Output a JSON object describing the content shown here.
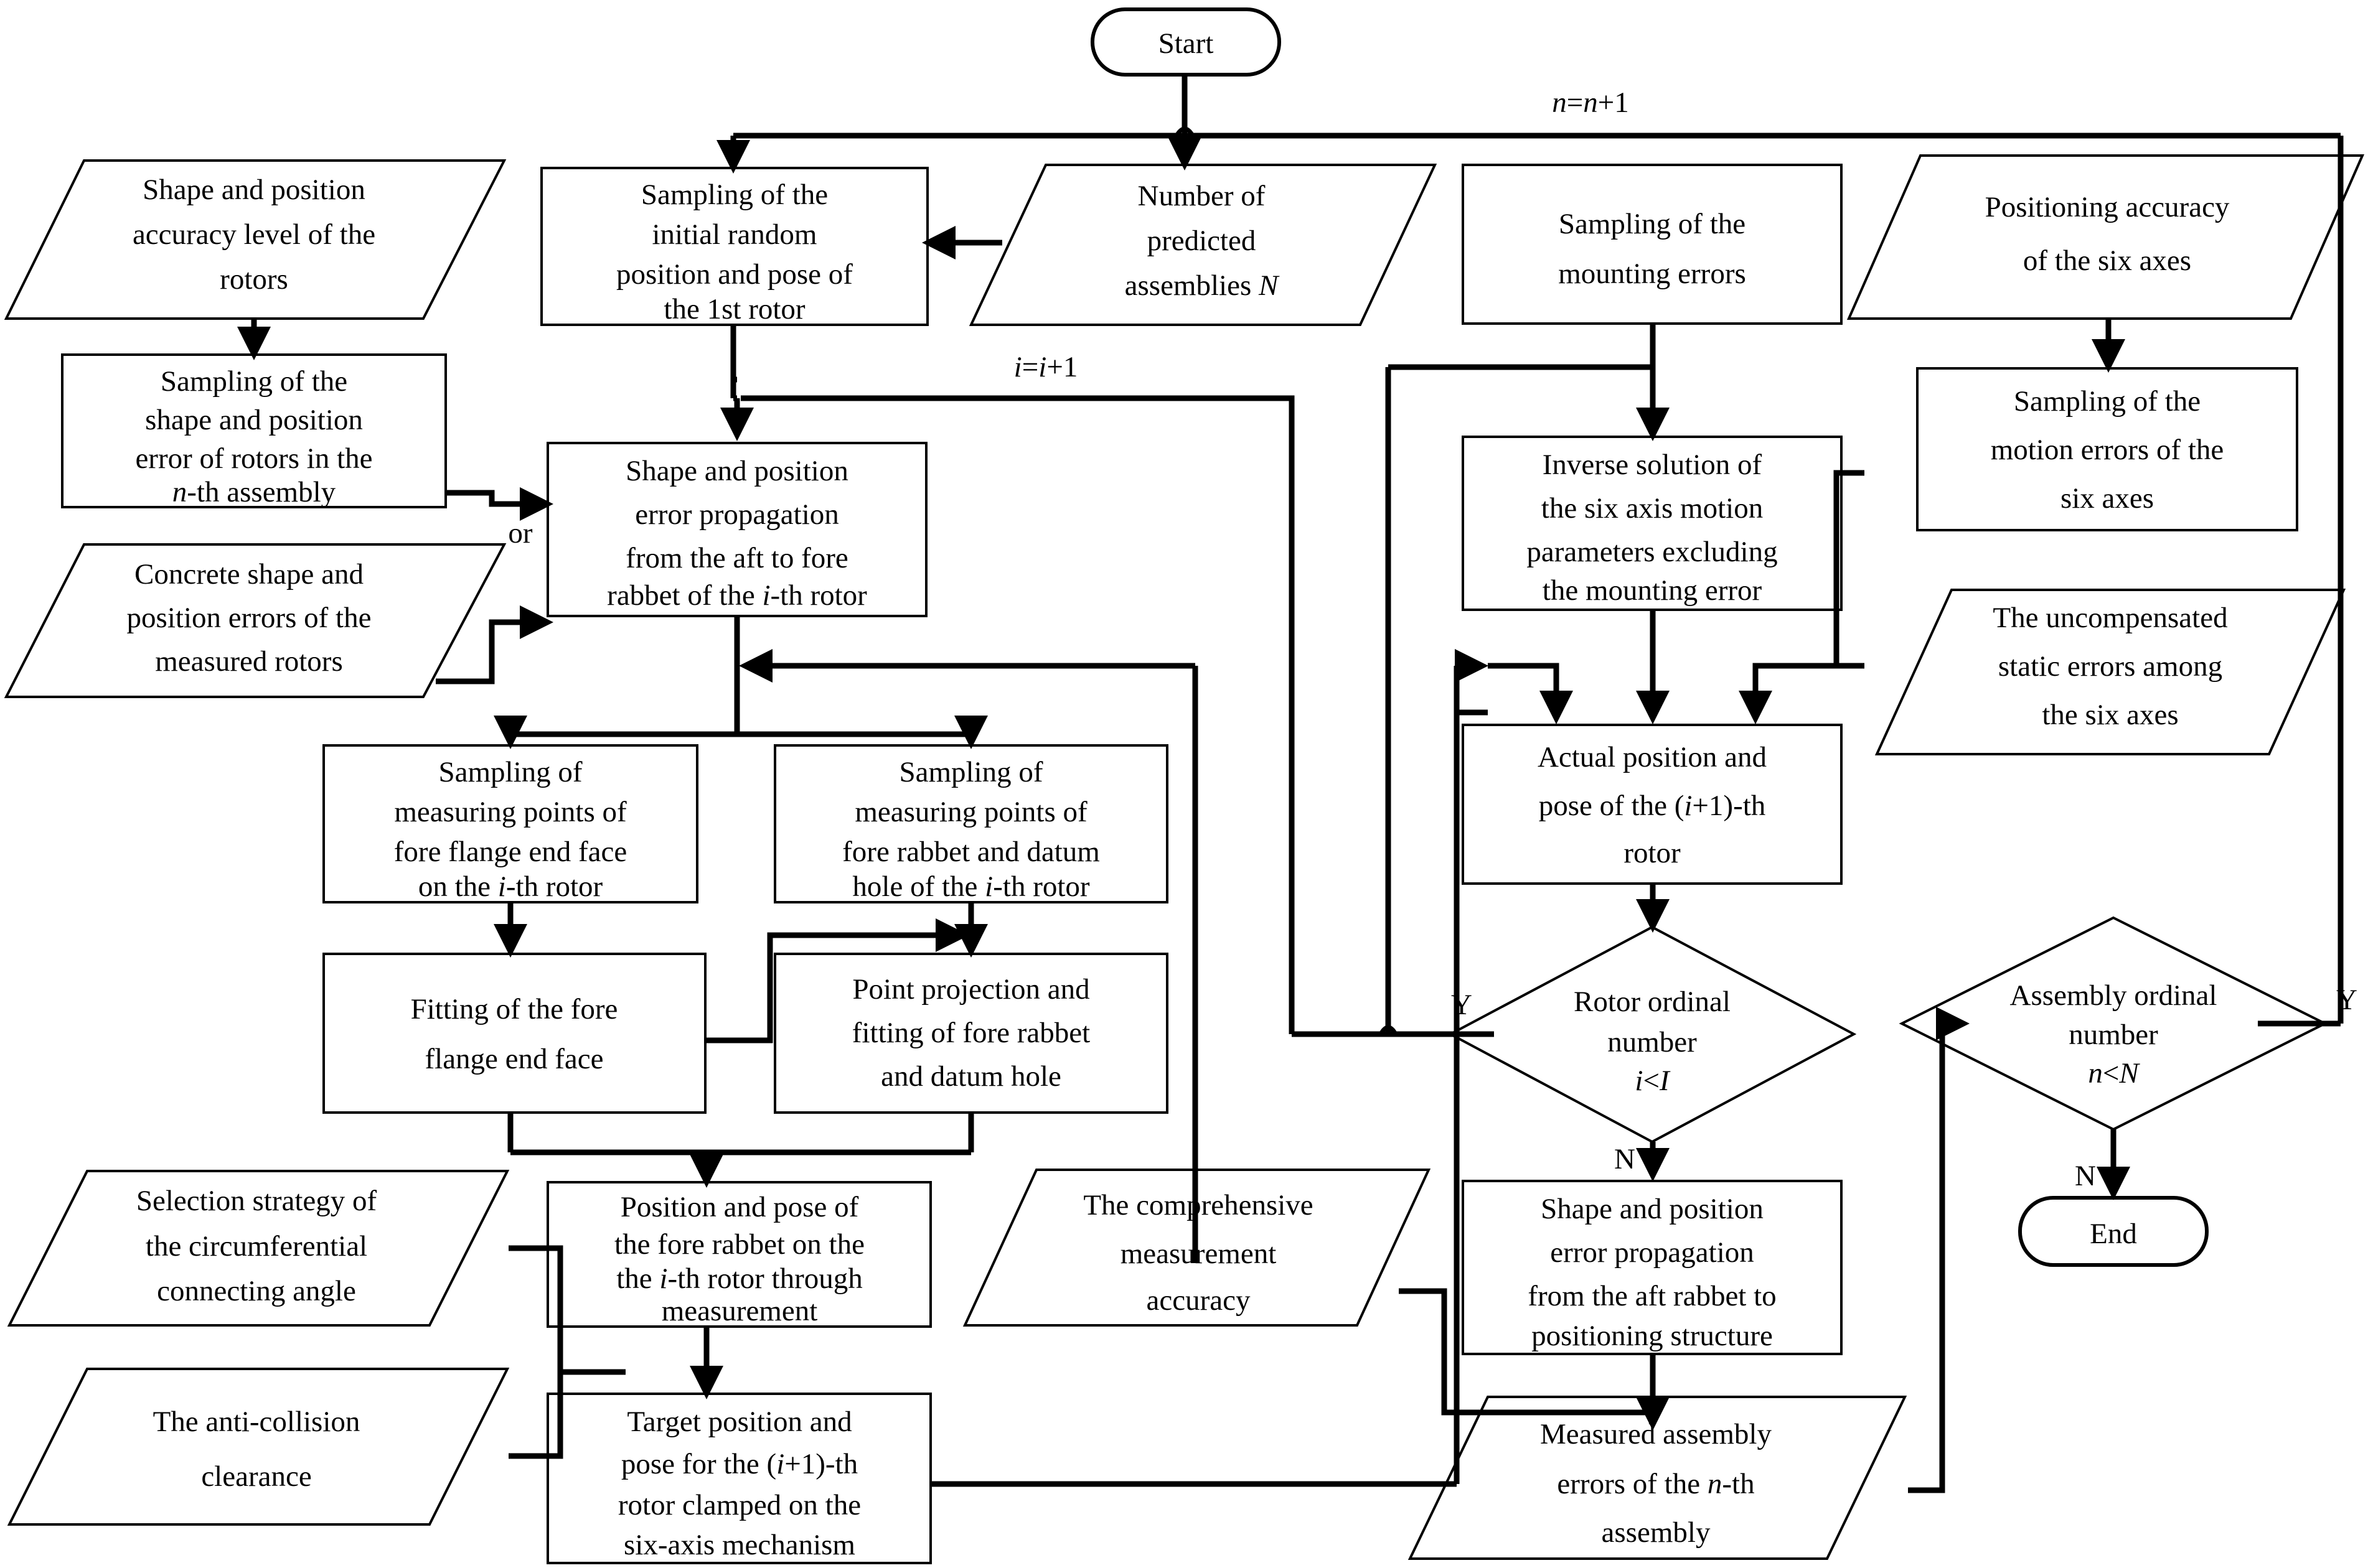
{
  "diagram": {
    "title": "Assembly error prediction flowchart",
    "colors": {
      "stroke": "#000000",
      "fill": "#ffffff",
      "text": "#000000"
    }
  },
  "nodes": {
    "start": {
      "label": "Start",
      "shape": "terminator"
    },
    "end": {
      "label": "End",
      "shape": "terminator"
    },
    "shape_pos_accuracy": {
      "shape": "parallelogram",
      "lines": [
        "Shape and position",
        "accuracy level of the",
        "rotors"
      ]
    },
    "sampling_shape_pos_error": {
      "shape": "process",
      "lines": [
        "Sampling of the",
        "shape and position",
        "error of rotors in the",
        "n-th assembly"
      ]
    },
    "concrete_shape_pos_errors": {
      "shape": "parallelogram",
      "lines": [
        "Concrete shape and",
        "position errors of the",
        "measured rotors"
      ]
    },
    "sampling_initial_random": {
      "shape": "process",
      "lines": [
        "Sampling of the",
        "initial random",
        "position and pose of",
        "the 1st rotor"
      ]
    },
    "number_predicted_assemblies": {
      "shape": "parallelogram",
      "lines": [
        "Number of",
        "predicted",
        "assemblies N"
      ]
    },
    "error_prop_aft_to_fore": {
      "shape": "process",
      "lines": [
        "Shape and position",
        "error propagation",
        "from the aft to fore",
        "rabbet of the i-th rotor"
      ]
    },
    "sampling_fore_flange_points": {
      "shape": "process",
      "lines": [
        "Sampling of",
        "measuring points of",
        "fore flange end face",
        "on the i-th rotor"
      ]
    },
    "sampling_fore_rabbet_points": {
      "shape": "process",
      "lines": [
        "Sampling of",
        "measuring points of",
        "fore rabbet and datum",
        "hole of the i-th rotor"
      ]
    },
    "fitting_fore_flange": {
      "shape": "process",
      "lines": [
        "Fitting of the fore",
        "flange end face"
      ]
    },
    "point_projection_fitting": {
      "shape": "process",
      "lines": [
        "Point projection and",
        "fitting of fore rabbet",
        "and datum hole"
      ]
    },
    "selection_strategy": {
      "shape": "parallelogram",
      "lines": [
        "Selection strategy of",
        "the circumferential",
        "connecting angle"
      ]
    },
    "anti_collision_clearance": {
      "shape": "parallelogram",
      "lines": [
        "The anti-collision",
        "clearance"
      ]
    },
    "position_pose_fore_rabbet": {
      "shape": "process",
      "lines": [
        "Position and pose of",
        "the fore rabbet on the",
        "the i-th rotor through",
        "measurement"
      ]
    },
    "target_position_pose": {
      "shape": "process",
      "lines": [
        "Target position and",
        "pose for the (i+1)-th",
        "rotor clamped on the",
        "six-axis mechanism"
      ]
    },
    "comprehensive_measurement_accuracy": {
      "shape": "parallelogram",
      "lines": [
        "The comprehensive",
        "measurement",
        "accuracy"
      ]
    },
    "sampling_mounting_errors": {
      "shape": "process",
      "lines": [
        "Sampling of the",
        "mounting errors"
      ]
    },
    "inverse_solution": {
      "shape": "process",
      "lines": [
        "Inverse solution of",
        "the six axis motion",
        "parameters excluding",
        "the mounting error"
      ]
    },
    "actual_position_pose": {
      "shape": "process",
      "lines": [
        "Actual position and",
        "pose of  the (i+1)-th",
        "rotor"
      ]
    },
    "rotor_ordinal_number": {
      "shape": "decision",
      "lines": [
        "Rotor ordinal",
        "number",
        "i<I"
      ]
    },
    "error_prop_aft_rabbet": {
      "shape": "process",
      "lines": [
        "Shape and position",
        "error propagation",
        "from the aft rabbet to",
        "positioning structure"
      ]
    },
    "measured_assembly_errors": {
      "shape": "parallelogram",
      "lines": [
        "Measured assembly",
        "errors of the n-th",
        "assembly"
      ]
    },
    "positioning_accuracy_six_axes": {
      "shape": "parallelogram",
      "lines": [
        "Positioning accuracy",
        "of the six axes"
      ]
    },
    "sampling_motion_errors": {
      "shape": "process",
      "lines": [
        "Sampling of the",
        "motion errors of the",
        "six axes"
      ]
    },
    "uncompensated_static_errors": {
      "shape": "parallelogram",
      "lines": [
        "The uncompensated",
        "static errors among",
        "the six axes"
      ]
    },
    "assembly_ordinal_number": {
      "shape": "decision",
      "lines": [
        "Assembly ordinal",
        "number",
        "n<N"
      ]
    }
  },
  "edge_labels": {
    "n_increment": "n=n+1",
    "i_increment": "i=i+1",
    "or": "or",
    "rotor_yes": "Y",
    "rotor_no": "N",
    "assembly_yes": "Y",
    "assembly_no": "N"
  }
}
